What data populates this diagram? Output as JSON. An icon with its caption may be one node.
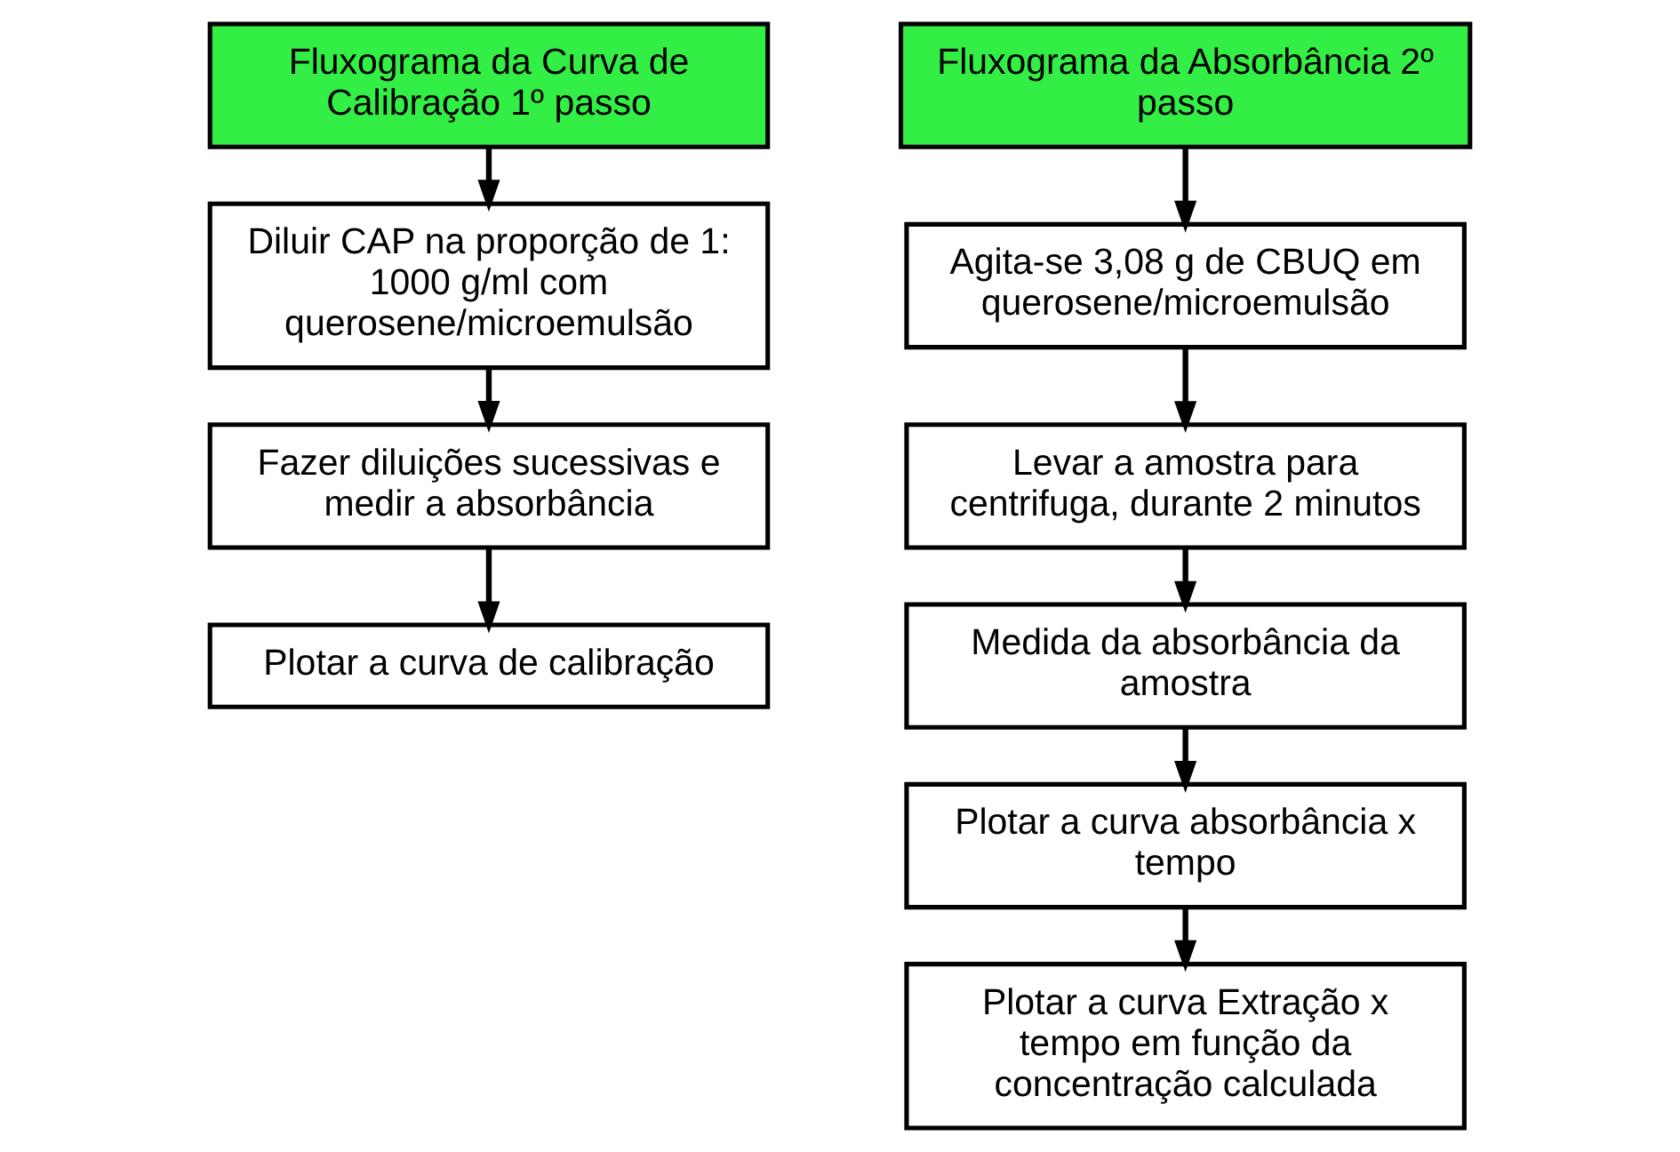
{
  "diagram": {
    "nodes": [
      {
        "text": [
          "Fluxograma da Curva de Calibração 1º passo"
        ]
      },
      {
        "text": [
          "Diluir CAP na proporção de 1: 1000 g/ml com querosene/microemulsão"
        ]
      },
      {
        "text": [
          "Fazer diluições sucessivas e medir a absorbância"
        ]
      },
      {
        "text": [
          "Plotar a curva de calibração"
        ]
      },
      {
        "text": [
          "Fluxograma da Absorbância 2º passo"
        ]
      },
      {
        "text": [
          "Agita-se 3,08 g de CBUQ em querosene/microemulsão"
        ]
      },
      {
        "text": [
          "Levar a amostra para centrifuga, durante 2 minutos"
        ]
      },
      {
        "text": [
          "Medida da absorbância da amostra"
        ]
      },
      {
        "text": [
          "Plotar a curva absorbância x tempo"
        ]
      },
      {
        "text": [
          "Plotar a curva Extração x tempo em função da concentração calculada"
        ]
      }
    ],
    "edges": [
      {
        "from": 0,
        "to": 1,
        "arrow": "to"
      },
      {
        "from": 1,
        "to": 2,
        "arrow": "to"
      },
      {
        "from": 2,
        "to": 3,
        "arrow": "to"
      },
      {
        "from": 4,
        "to": 5,
        "arrow": "to"
      },
      {
        "from": 5,
        "to": 6,
        "arrow": "to"
      },
      {
        "from": 6,
        "to": 7,
        "arrow": "to"
      },
      {
        "from": 7,
        "to": 8,
        "arrow": "to"
      },
      {
        "from": 8,
        "to": 9,
        "arrow": "to"
      }
    ]
  }
}
